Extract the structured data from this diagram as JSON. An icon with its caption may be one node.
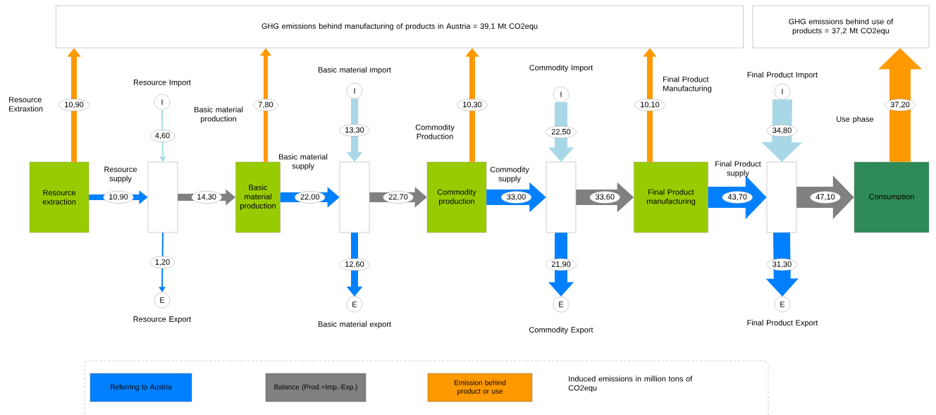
{
  "diagram": {
    "nodes": [
      {
        "text": [
          "GHG emissions behind manufacturing of products in Austria = 39,1 Mt CO2equ"
        ]
      },
      {
        "text": [
          "GHG emissions behind use of products = 37,2 Mt CO2equ"
        ]
      },
      {
        "text": [
          "Resource extraction"
        ]
      },
      {
        "text": [],
        "shape": "box"
      },
      {
        "text": [
          "Basic material production"
        ]
      },
      {
        "text": [],
        "shape": "box"
      },
      {
        "text": [
          "Commodity production"
        ]
      },
      {
        "text": [],
        "shape": "box"
      },
      {
        "text": [
          "Final Product manufacturing"
        ]
      },
      {
        "text": [],
        "shape": "box"
      },
      {
        "text": [
          "Consumption"
        ]
      },
      {
        "text": [
          "I"
        ],
        "beside": [
          "Resource Import"
        ]
      },
      {
        "text": [
          "I"
        ],
        "beside": [
          "Basic material import"
        ]
      },
      {
        "text": [
          "I"
        ],
        "beside": [
          "Commodity Import"
        ]
      },
      {
        "text": [
          "I"
        ],
        "beside": [
          "Final Product Import"
        ]
      },
      {
        "text": [
          "E"
        ],
        "beside": [
          "Resource Export"
        ]
      },
      {
        "text": [
          "E"
        ],
        "beside": [
          "Basic material export"
        ]
      },
      {
        "text": [
          "E"
        ],
        "beside": [
          "Commodity Export"
        ]
      },
      {
        "text": [
          "E"
        ],
        "beside": [
          "Final Product Export"
        ]
      }
    ],
    "edges": [
      {
        "from": 2,
        "to": 0,
        "arrow": "to",
        "label": "10,90",
        "color": "#ff9900"
      },
      {
        "from": 4,
        "to": 0,
        "arrow": "to",
        "label": "7,80",
        "color": "#ff9900"
      },
      {
        "from": 6,
        "to": 0,
        "arrow": "to",
        "label": "10,30",
        "color": "#ff9900"
      },
      {
        "from": 8,
        "to": 0,
        "arrow": "to",
        "label": "10,10",
        "color": "#ff9900"
      },
      {
        "from": 10,
        "to": 1,
        "arrow": "to",
        "label": "37,20",
        "color": "#ff9900",
        "style": "thick"
      },
      {
        "from": 2,
        "to": 3,
        "arrow": "to",
        "label": "10,90",
        "color": "#0080ff"
      },
      {
        "from": 3,
        "to": 4,
        "arrow": "to",
        "label": "14,30",
        "color": "#808080"
      },
      {
        "from": 4,
        "to": 5,
        "arrow": "to",
        "label": "22,00",
        "color": "#0080ff"
      },
      {
        "from": 5,
        "to": 6,
        "arrow": "to",
        "label": "22,70",
        "color": "#808080"
      },
      {
        "from": 6,
        "to": 7,
        "arrow": "to",
        "label": "33,00",
        "color": "#0080ff"
      },
      {
        "from": 7,
        "to": 8,
        "arrow": "to",
        "label": "33,60",
        "color": "#808080"
      },
      {
        "from": 8,
        "to": 9,
        "arrow": "to",
        "label": "43,70",
        "color": "#0080ff",
        "style": "thick"
      },
      {
        "from": 9,
        "to": 10,
        "arrow": "to",
        "label": "47,10",
        "color": "#808080",
        "style": "thick"
      },
      {
        "from": 11,
        "to": 3,
        "arrow": "to",
        "label": "4,60",
        "color": "#a8d8e8"
      },
      {
        "from": 12,
        "to": 5,
        "arrow": "to",
        "label": "13,30",
        "color": "#a8d8e8"
      },
      {
        "from": 13,
        "to": 7,
        "arrow": "to",
        "label": "22,50",
        "color": "#a8d8e8"
      },
      {
        "from": 14,
        "to": 9,
        "arrow": "to",
        "label": "34,80",
        "color": "#a8d8e8",
        "style": "thick"
      },
      {
        "from": 3,
        "to": 15,
        "arrow": "to",
        "label": "1,20",
        "color": "#0080ff"
      },
      {
        "from": 5,
        "to": 16,
        "arrow": "to",
        "label": "12,60",
        "color": "#0080ff"
      },
      {
        "from": 7,
        "to": 17,
        "arrow": "to",
        "label": "21,90",
        "color": "#0080ff"
      },
      {
        "from": 9,
        "to": 18,
        "arrow": "to",
        "label": "31,30",
        "color": "#0080ff"
      }
    ],
    "labels": [
      "Resource Extraxtion",
      "Basic material production",
      "Commodity Production",
      "Final Product Manufacturing",
      "Use phase",
      "Resource supply",
      "Basic material supply",
      "Commodity supply",
      "Final Product supply",
      "Induced emissions in million tons of CO2equ"
    ],
    "legend": [
      {
        "text": "Referring to Austria",
        "color": "#0080ff"
      },
      {
        "text": "Balance (Prod.+Imp.-Exp.)",
        "color": "#808080"
      },
      {
        "text": "Emission behind product or use",
        "color": "#ff9900"
      }
    ]
  }
}
